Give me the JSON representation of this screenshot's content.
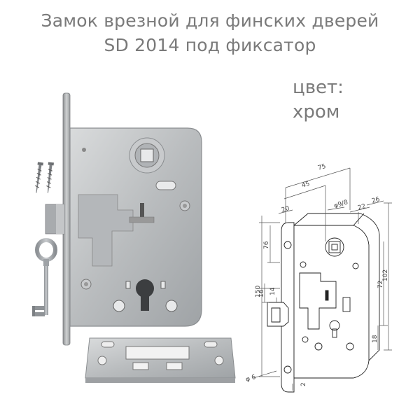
{
  "title_line1": "Замок врезной для финских дверей",
  "title_line2": "SD 2014 под фиксатор",
  "color_label": "цвет:",
  "color_value": "хром",
  "dimensions": {
    "d75": "75",
    "d45": "45",
    "d20": "20",
    "d98": "φ9/8",
    "d22": "22",
    "d26": "26",
    "d76": "76",
    "d150": "150",
    "d16": "16",
    "d14": "14",
    "d72": "72",
    "d102": "102",
    "d18": "18",
    "d6": "φ 6",
    "d2": "2"
  },
  "icons": [
    "screws-icon",
    "key-icon",
    "lock-body-icon",
    "strike-plate-icon",
    "technical-drawing-icon"
  ]
}
